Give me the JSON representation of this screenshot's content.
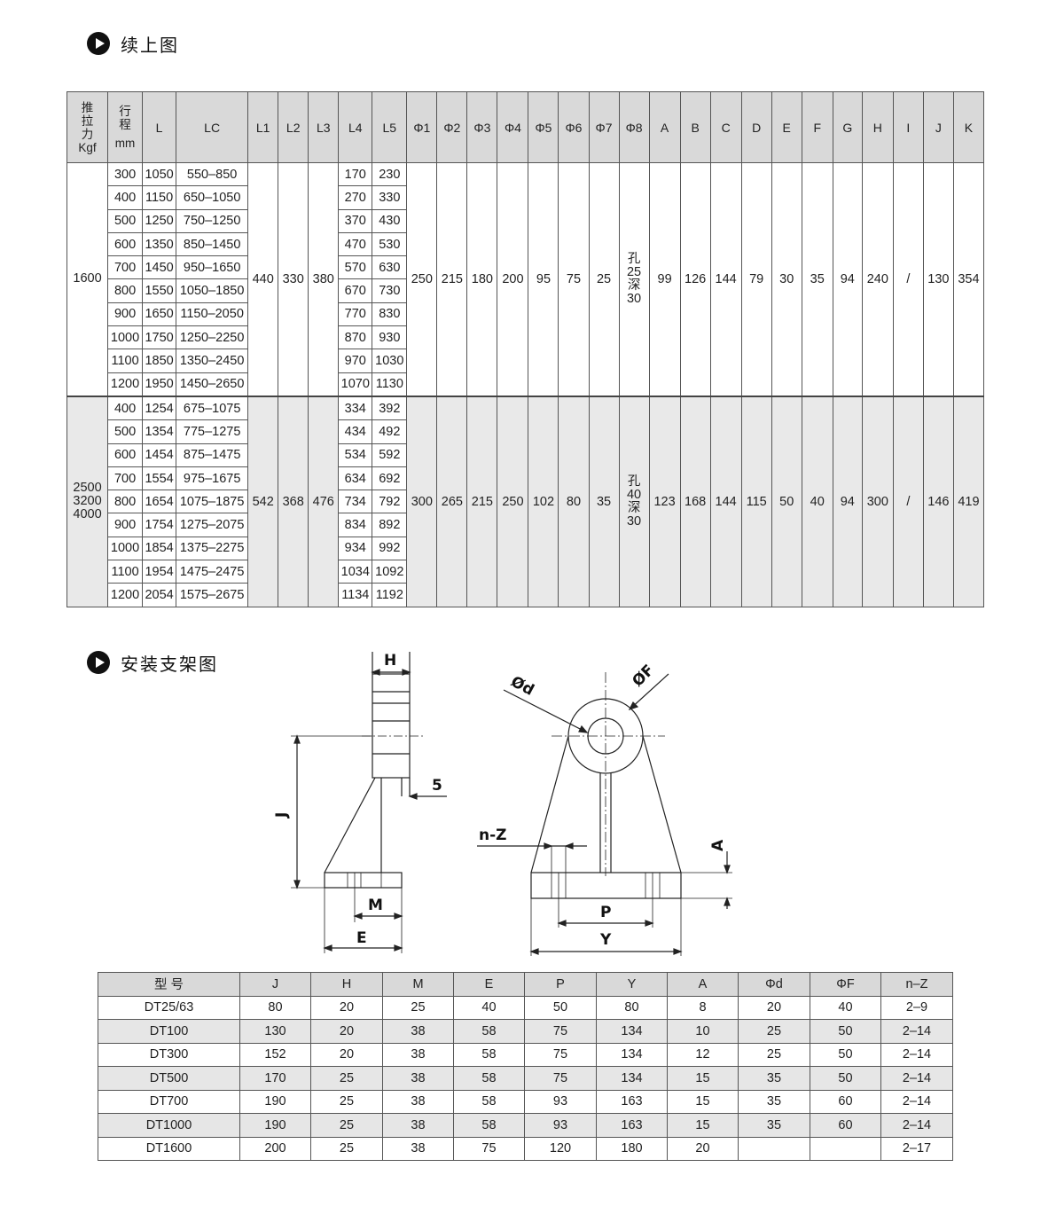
{
  "section1": {
    "title": "续上图"
  },
  "section2": {
    "title": "安装支架图"
  },
  "spec_table": {
    "headers": [
      "推拉力Kgf",
      "行程mm",
      "L",
      "LC",
      "L1",
      "L2",
      "L3",
      "L4",
      "L5",
      "Φ1",
      "Φ2",
      "Φ3",
      "Φ4",
      "Φ5",
      "Φ6",
      "Φ7",
      "Φ8",
      "A",
      "B",
      "C",
      "D",
      "E",
      "F",
      "G",
      "H",
      "I",
      "J",
      "K"
    ],
    "header_force": [
      "推",
      "拉",
      "力",
      "Kgf"
    ],
    "header_stroke": [
      "行",
      "程",
      "mm"
    ],
    "groups": [
      {
        "force": [
          "1600"
        ],
        "rows": [
          {
            "stroke": "300",
            "L": "1050",
            "LC": "550–850",
            "L4": "170",
            "L5": "230"
          },
          {
            "stroke": "400",
            "L": "1150",
            "LC": "650–1050",
            "L4": "270",
            "L5": "330"
          },
          {
            "stroke": "500",
            "L": "1250",
            "LC": "750–1250",
            "L4": "370",
            "L5": "430"
          },
          {
            "stroke": "600",
            "L": "1350",
            "LC": "850–1450",
            "L4": "470",
            "L5": "530"
          },
          {
            "stroke": "700",
            "L": "1450",
            "LC": "950–1650",
            "L4": "570",
            "L5": "630"
          },
          {
            "stroke": "800",
            "L": "1550",
            "LC": "1050–1850",
            "L4": "670",
            "L5": "730"
          },
          {
            "stroke": "900",
            "L": "1650",
            "LC": "1150–2050",
            "L4": "770",
            "L5": "830"
          },
          {
            "stroke": "1000",
            "L": "1750",
            "LC": "1250–2250",
            "L4": "870",
            "L5": "930"
          },
          {
            "stroke": "1100",
            "L": "1850",
            "LC": "1350–2450",
            "L4": "970",
            "L5": "1030"
          },
          {
            "stroke": "1200",
            "L": "1950",
            "LC": "1450–2650",
            "L4": "1070",
            "L5": "1130"
          }
        ],
        "L1": "440",
        "L2": "330",
        "L3": "380",
        "phi1": "250",
        "phi2": "215",
        "phi3": "180",
        "phi4": "200",
        "phi5": "95",
        "phi6": "75",
        "phi7": "25",
        "phi8": [
          "孔",
          "25",
          "深",
          "30"
        ],
        "A": "99",
        "B": "126",
        "C": "144",
        "D": "79",
        "E": "30",
        "F": "35",
        "G": "94",
        "H": "240",
        "I": "/",
        "J": "130",
        "K": "354"
      },
      {
        "force": [
          "2500",
          "3200",
          "4000"
        ],
        "rows": [
          {
            "stroke": "400",
            "L": "1254",
            "LC": "675–1075",
            "L4": "334",
            "L5": "392"
          },
          {
            "stroke": "500",
            "L": "1354",
            "LC": "775–1275",
            "L4": "434",
            "L5": "492"
          },
          {
            "stroke": "600",
            "L": "1454",
            "LC": "875–1475",
            "L4": "534",
            "L5": "592"
          },
          {
            "stroke": "700",
            "L": "1554",
            "LC": "975–1675",
            "L4": "634",
            "L5": "692"
          },
          {
            "stroke": "800",
            "L": "1654",
            "LC": "1075–1875",
            "L4": "734",
            "L5": "792"
          },
          {
            "stroke": "900",
            "L": "1754",
            "LC": "1275–2075",
            "L4": "834",
            "L5": "892"
          },
          {
            "stroke": "1000",
            "L": "1854",
            "LC": "1375–2275",
            "L4": "934",
            "L5": "992"
          },
          {
            "stroke": "1100",
            "L": "1954",
            "LC": "1475–2475",
            "L4": "1034",
            "L5": "1092"
          },
          {
            "stroke": "1200",
            "L": "2054",
            "LC": "1575–2675",
            "L4": "1134",
            "L5": "1192"
          }
        ],
        "L1": "542",
        "L2": "368",
        "L3": "476",
        "phi1": "300",
        "phi2": "265",
        "phi3": "215",
        "phi4": "250",
        "phi5": "102",
        "phi6": "80",
        "phi7": "35",
        "phi8": [
          "孔",
          "40",
          "深",
          "30"
        ],
        "A": "123",
        "B": "168",
        "C": "144",
        "D": "115",
        "E": "50",
        "F": "40",
        "G": "94",
        "H": "300",
        "I": "/",
        "J": "146",
        "K": "419"
      }
    ]
  },
  "drawing": {
    "labels": {
      "H": "H",
      "J": "J",
      "five": "5",
      "M": "M",
      "E": "E",
      "d": "Ød",
      "F": "ØF",
      "nZ": "n-Z",
      "A": "A",
      "P": "P",
      "Y": "Y"
    }
  },
  "bracket_table": {
    "headers": [
      "型 号",
      "J",
      "H",
      "M",
      "E",
      "P",
      "Y",
      "A",
      "Φd",
      "ΦF",
      "n–Z"
    ],
    "rows": [
      [
        "DT25/63",
        "80",
        "20",
        "25",
        "40",
        "50",
        "80",
        "8",
        "20",
        "40",
        "2–9"
      ],
      [
        "DT100",
        "130",
        "20",
        "38",
        "58",
        "75",
        "134",
        "10",
        "25",
        "50",
        "2–14"
      ],
      [
        "DT300",
        "152",
        "20",
        "38",
        "58",
        "75",
        "134",
        "12",
        "25",
        "50",
        "2–14"
      ],
      [
        "DT500",
        "170",
        "25",
        "38",
        "58",
        "75",
        "134",
        "15",
        "35",
        "50",
        "2–14"
      ],
      [
        "DT700",
        "190",
        "25",
        "38",
        "58",
        "93",
        "163",
        "15",
        "35",
        "60",
        "2–14"
      ],
      [
        "DT1000",
        "190",
        "25",
        "38",
        "58",
        "93",
        "163",
        "15",
        "35",
        "60",
        "2–14"
      ],
      [
        "DT1600",
        "200",
        "25",
        "38",
        "75",
        "120",
        "180",
        "20",
        "",
        "",
        "2–17"
      ]
    ]
  }
}
